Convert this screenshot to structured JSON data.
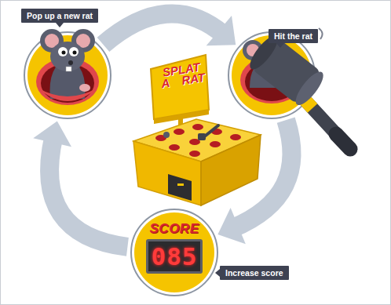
{
  "diagram": {
    "nodes": [
      {
        "text": [
          "Pop up a new rat"
        ]
      },
      {
        "text": [
          "Hit the rat"
        ]
      },
      {
        "text": [
          "SCORE",
          "085",
          "Increase score"
        ]
      }
    ],
    "edges": [
      {
        "from": 0,
        "to": 1,
        "arrow": "to"
      },
      {
        "from": 1,
        "to": 2,
        "arrow": "to"
      },
      {
        "from": 2,
        "to": 0,
        "arrow": "to"
      }
    ],
    "labels": [
      "SPLAT A RAT"
    ]
  }
}
